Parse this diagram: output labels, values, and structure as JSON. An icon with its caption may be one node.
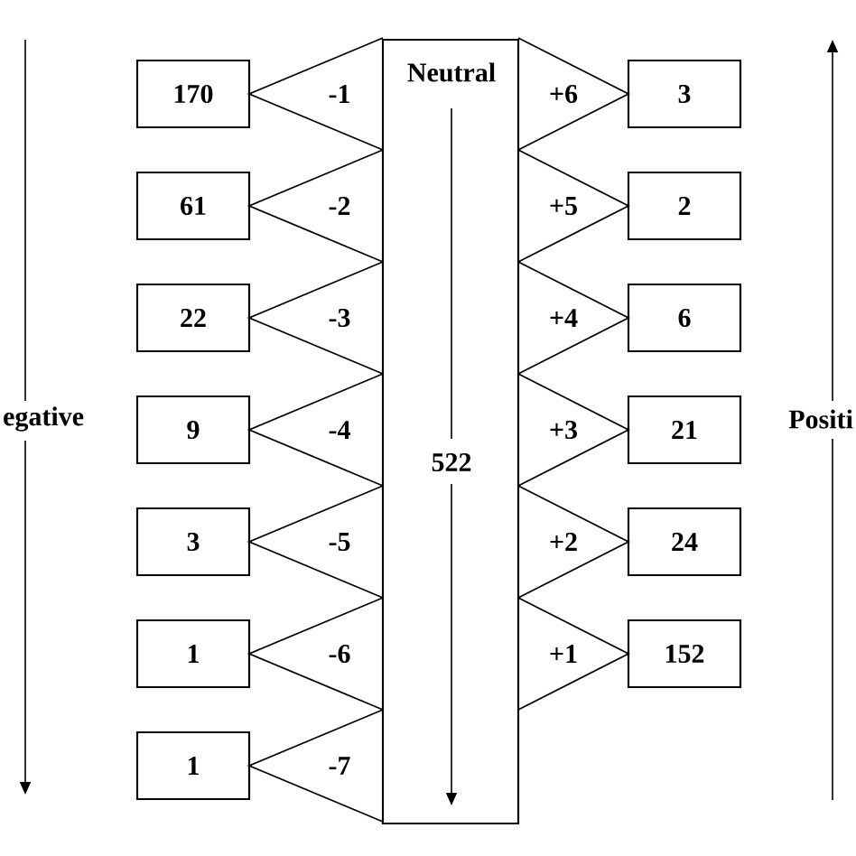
{
  "diagram": {
    "nodes": [
      {
        "text": [
          "Neutral",
          "522"
        ]
      },
      {
        "text": [
          "170"
        ]
      },
      {
        "text": [
          "-1"
        ]
      },
      {
        "text": [
          "+6"
        ]
      },
      {
        "text": [
          "3"
        ]
      },
      {
        "text": [
          "61"
        ]
      },
      {
        "text": [
          "-2"
        ]
      },
      {
        "text": [
          "+5"
        ]
      },
      {
        "text": [
          "2"
        ]
      },
      {
        "text": [
          "22"
        ]
      },
      {
        "text": [
          "-3"
        ]
      },
      {
        "text": [
          "+4"
        ]
      },
      {
        "text": [
          "6"
        ]
      },
      {
        "text": [
          "9"
        ]
      },
      {
        "text": [
          "-4"
        ]
      },
      {
        "text": [
          "+3"
        ]
      },
      {
        "text": [
          "21"
        ]
      },
      {
        "text": [
          "3"
        ]
      },
      {
        "text": [
          "-5"
        ]
      },
      {
        "text": [
          "+2"
        ]
      },
      {
        "text": [
          "24"
        ]
      },
      {
        "text": [
          "1"
        ]
      },
      {
        "text": [
          "-6"
        ]
      },
      {
        "text": [
          "+1"
        ]
      },
      {
        "text": [
          "152"
        ]
      },
      {
        "text": [
          "1"
        ]
      },
      {
        "text": [
          "-7"
        ]
      }
    ],
    "labels": [
      "egative",
      "Positi"
    ]
  }
}
